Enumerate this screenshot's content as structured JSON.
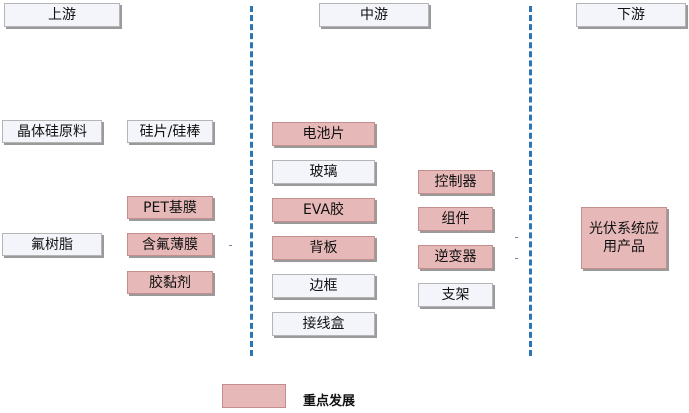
{
  "stages": {
    "upstream": "上游",
    "midstream": "中游",
    "downstream": "下游"
  },
  "upstream": {
    "raw_left": [
      "晶体硅原料",
      "氟树脂"
    ],
    "processed": [
      "硅片/硅棒",
      "PET基膜",
      "含氟薄膜",
      "胶黏剂"
    ]
  },
  "midstream": {
    "materials": [
      "电池片",
      "玻璃",
      "EVA胶",
      "背板",
      "边框",
      "接线盒"
    ],
    "components": [
      "控制器",
      "组件",
      "逆变器",
      "支架"
    ]
  },
  "downstream": {
    "product": "光伏系统应用产品"
  },
  "legend": {
    "label": "重点发展",
    "color": "#e6b9b8"
  },
  "colors": {
    "key_fill": "#e6b9b8",
    "plain_fill": "#f3f5fa",
    "divider": "#2e75b6"
  }
}
